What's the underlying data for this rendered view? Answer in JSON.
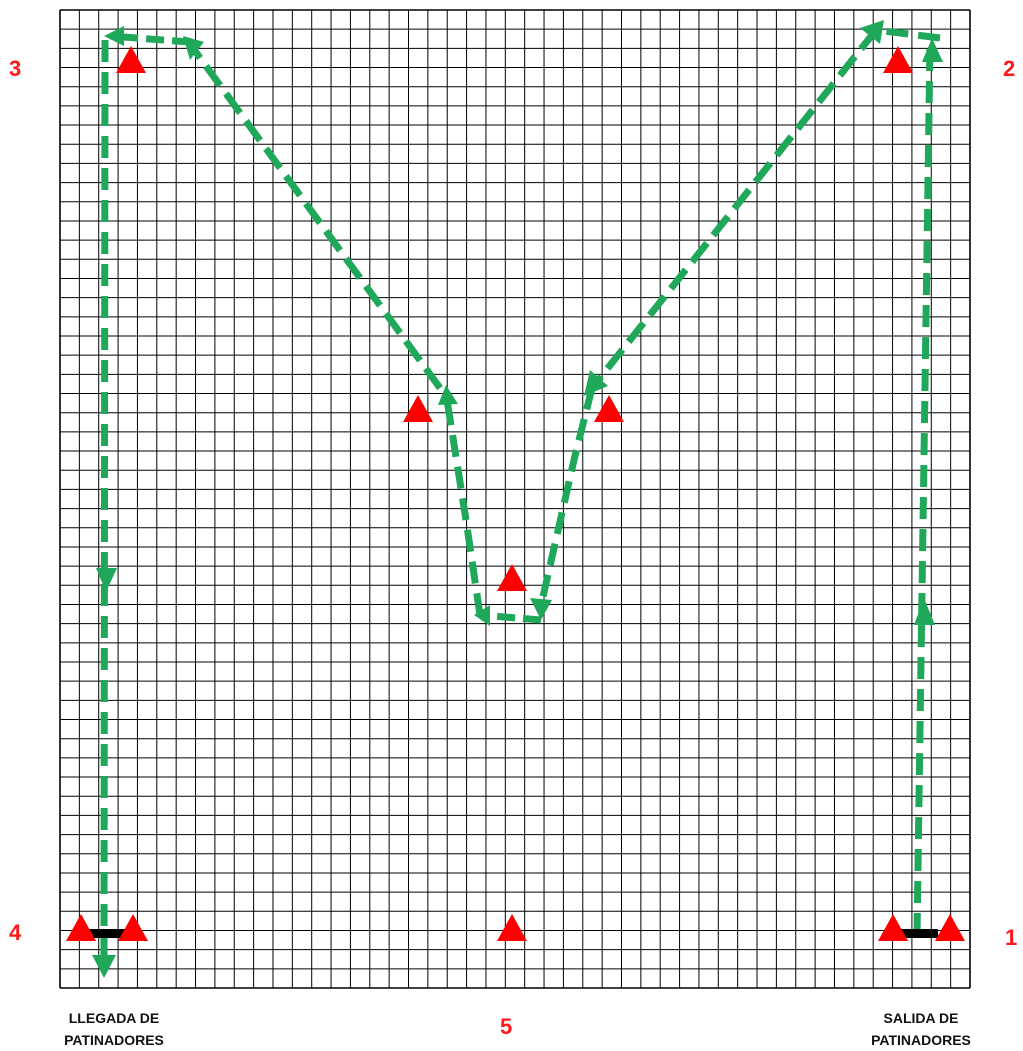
{
  "colors": {
    "grid": "#000000",
    "path": "#1fa85a",
    "cone": "#ff0000",
    "line_bar": "#000000",
    "label": "#ff1a1a",
    "caption": "#111111"
  },
  "labels": {
    "point_1": "1",
    "point_2": "2",
    "point_3": "3",
    "point_4": "4",
    "point_5": "5"
  },
  "captions": {
    "start_line1": "SALIDA DE",
    "start_line2": "PATINADORES",
    "finish_line1": "LLEGADA DE",
    "finish_line2": "PATINADORES"
  },
  "icons": {
    "cone": "red-triangle-cone",
    "route": "green-dashed-arrow"
  }
}
